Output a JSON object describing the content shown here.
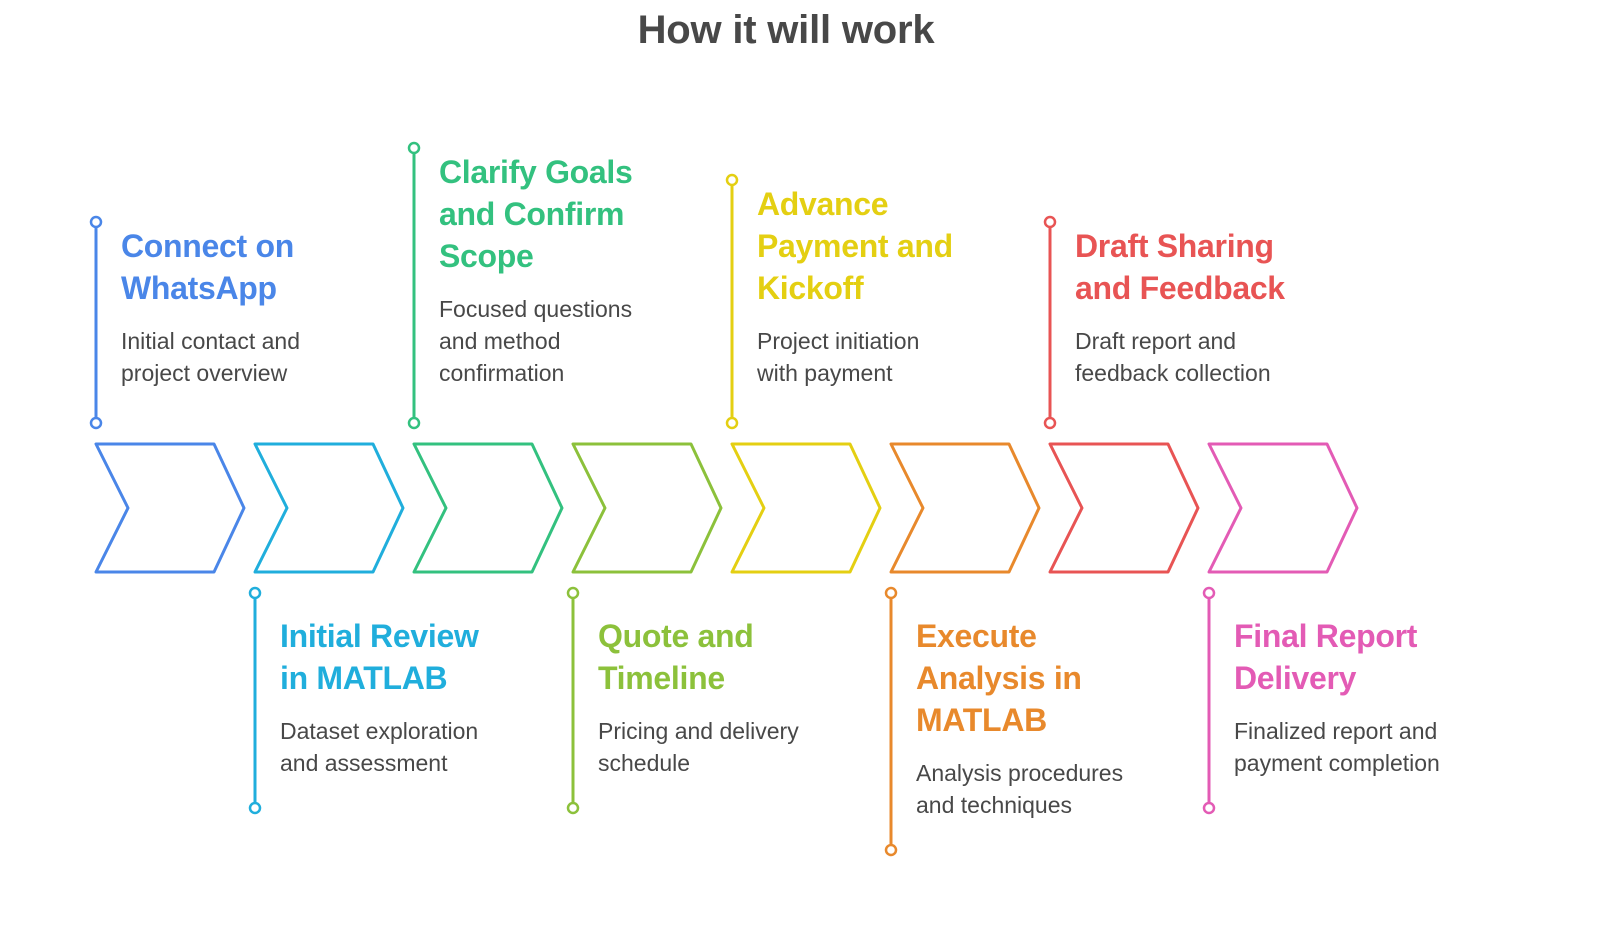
{
  "title": "How it will work",
  "steps": [
    {
      "title": "Connect on WhatsApp",
      "title_lines": [
        "Connect on",
        "WhatsApp"
      ],
      "description_lines": [
        "Initial contact and",
        "project overview"
      ],
      "color": "#4A86E8",
      "position": "top"
    },
    {
      "title": "Initial Review in MATLAB",
      "title_lines": [
        "Initial Review",
        "in MATLAB"
      ],
      "description_lines": [
        "Dataset exploration",
        "and assessment"
      ],
      "color": "#20AEDC",
      "position": "bottom"
    },
    {
      "title": "Clarify Goals and Confirm Scope",
      "title_lines": [
        "Clarify Goals",
        "and Confirm",
        "Scope"
      ],
      "description_lines": [
        "Focused questions",
        "and method",
        "confirmation"
      ],
      "color": "#33C17F",
      "position": "top"
    },
    {
      "title": "Quote and Timeline",
      "title_lines": [
        "Quote and",
        "Timeline"
      ],
      "description_lines": [
        "Pricing and delivery",
        "schedule"
      ],
      "color": "#8CC13B",
      "position": "bottom"
    },
    {
      "title": "Advance Payment and Kickoff",
      "title_lines": [
        "Advance",
        "Payment and",
        "Kickoff"
      ],
      "description_lines": [
        "Project initiation",
        "with payment"
      ],
      "color": "#E4CF12",
      "position": "top"
    },
    {
      "title": "Execute Analysis in MATLAB",
      "title_lines": [
        "Execute",
        "Analysis in",
        "MATLAB"
      ],
      "description_lines": [
        "Analysis procedures",
        "and techniques"
      ],
      "color": "#E8892C",
      "position": "bottom"
    },
    {
      "title": "Draft Sharing and Feedback",
      "title_lines": [
        "Draft Sharing",
        "and Feedback"
      ],
      "description_lines": [
        "Draft report and",
        "feedback collection"
      ],
      "color": "#E85454",
      "position": "top"
    },
    {
      "title": "Final Report Delivery",
      "title_lines": [
        "Final Report",
        "Delivery"
      ],
      "description_lines": [
        "Finalized report and",
        "payment completion"
      ],
      "color": "#E35BB5",
      "position": "bottom"
    }
  ]
}
